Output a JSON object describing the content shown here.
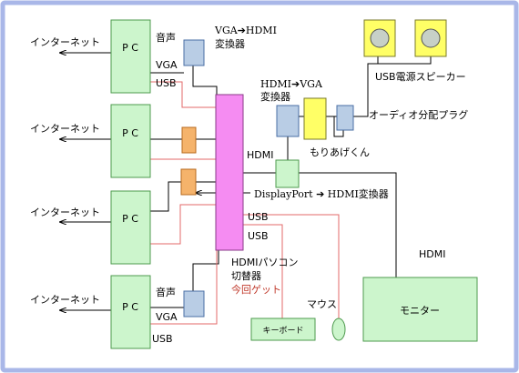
{
  "colors": {
    "border": "#a9b7e8",
    "pc_fill": "#ccf5cc",
    "pc_stroke": "#4e9a4e",
    "switcher_fill": "#f58cf2",
    "converter_fill": "#b9cde5",
    "orange_fill": "#f5b36b",
    "yellow_fill": "#ffff66",
    "red_line": "#e36a6a"
  },
  "pcs": [
    {
      "label": "P C",
      "port_top": "音声",
      "port_mid": "VGA",
      "port_bot": "USB"
    },
    {
      "label": "P C"
    },
    {
      "label": "P C"
    },
    {
      "label": "P C",
      "port_top": "音声",
      "port_mid": "VGA",
      "port_bot": "USB"
    }
  ],
  "internet_label": "インターネット",
  "vga_hdmi_converter_label": [
    "VGA➔HDMI",
    "変換器"
  ],
  "hdmi_vga_converter_label": [
    "HDMI➔VGA",
    "変換器"
  ],
  "speaker_label": "USB電源スピーカー",
  "splitter_label": "オーディオ分配プラグ",
  "moriagekun_label": "もりあげくん",
  "hdmi_label": "HDMI",
  "displayport_label": "DisplayPort ➔ HDMI変換器",
  "usb_label_upper": "USB",
  "usb_label_lower": "USB",
  "switcher_label": [
    "HDMIパソコン",
    "切替器"
  ],
  "switcher_note": "今回ゲット",
  "mouse_label": "マウス",
  "keyboard_label": "キーボード",
  "monitor_hdmi_label": "HDMI",
  "monitor_label": "モニター"
}
